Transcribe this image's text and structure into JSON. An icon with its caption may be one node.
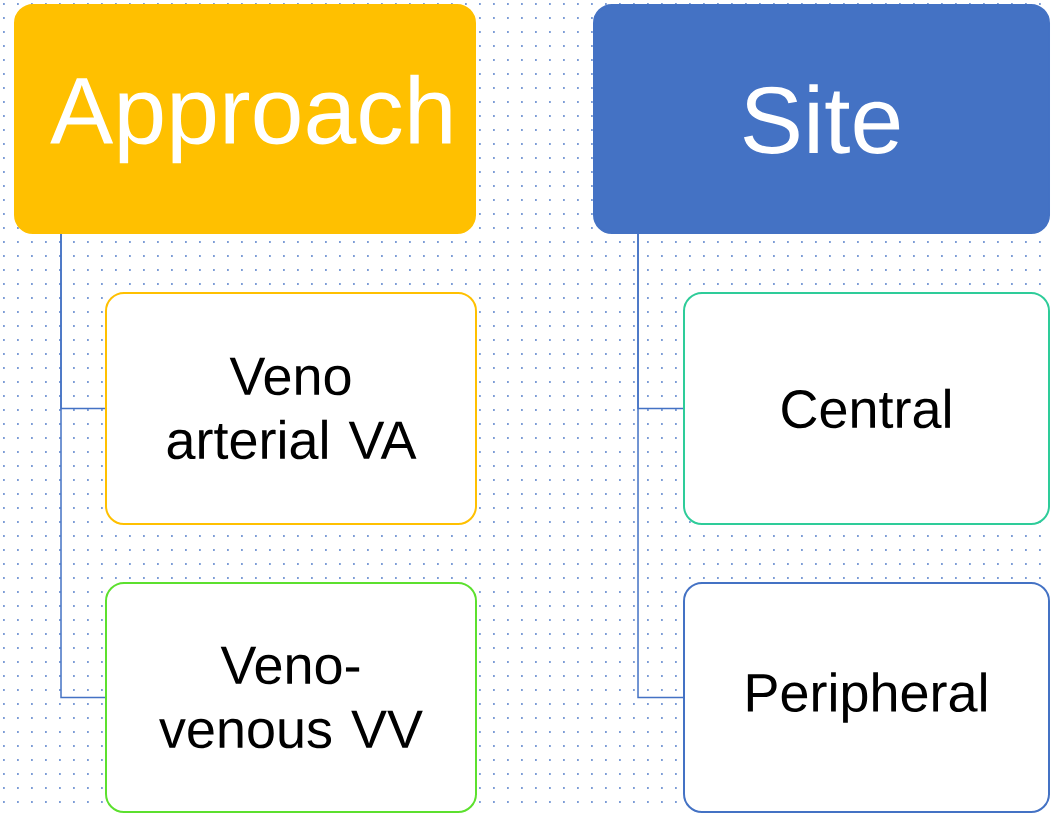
{
  "diagram": {
    "nodes": [
      {
        "text": [
          "Approach"
        ]
      },
      {
        "text": [
          "Veno arterial VA"
        ]
      },
      {
        "text": [
          "Veno-venous VV"
        ]
      },
      {
        "text": [
          "Site"
        ]
      },
      {
        "text": [
          "Central"
        ]
      },
      {
        "text": [
          "Peripheral"
        ]
      }
    ],
    "edges": [
      {
        "from": 0,
        "to": 1,
        "arrow": "none"
      },
      {
        "from": 0,
        "to": 2,
        "arrow": "none"
      },
      {
        "from": 3,
        "to": 4,
        "arrow": "none"
      },
      {
        "from": 3,
        "to": 5,
        "arrow": "none"
      }
    ]
  }
}
